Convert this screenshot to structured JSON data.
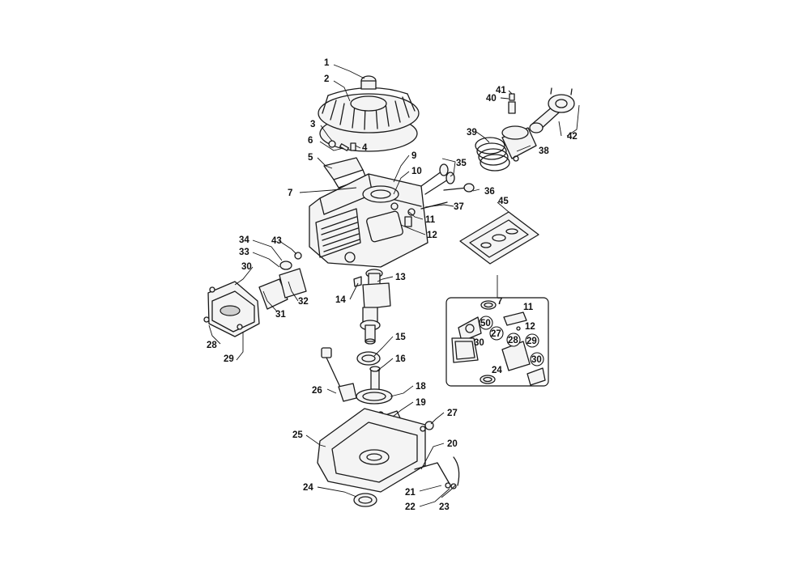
{
  "callouts": {
    "c1": "1",
    "c2": "2",
    "c3": "3",
    "c4": "4",
    "c5": "5",
    "c6": "6",
    "c7": "7",
    "c9": "9",
    "c10": "10",
    "c11": "11",
    "c12": "12",
    "c13": "13",
    "c14": "14",
    "c15": "15",
    "c16": "16",
    "c18": "18",
    "c19": "19",
    "c20": "20",
    "c21": "21",
    "c22": "22",
    "c23": "23",
    "c24": "24",
    "c25": "25",
    "c26": "26",
    "c27": "27",
    "c28": "28",
    "c29": "29",
    "c30": "30",
    "c31": "31",
    "c32": "32",
    "c33": "33",
    "c34": "34",
    "c35": "35",
    "c36": "36",
    "c37": "37",
    "c38": "38",
    "c39": "39",
    "c40": "40",
    "c41": "41",
    "c42": "42",
    "c43": "43",
    "c45": "45"
  },
  "inset": {
    "c7": "7",
    "c11": "11",
    "c12": "12",
    "c50": "50",
    "c27": "27",
    "c28": "28",
    "c29": "29",
    "c30a": "30",
    "c30b": "30",
    "c24": "24"
  }
}
